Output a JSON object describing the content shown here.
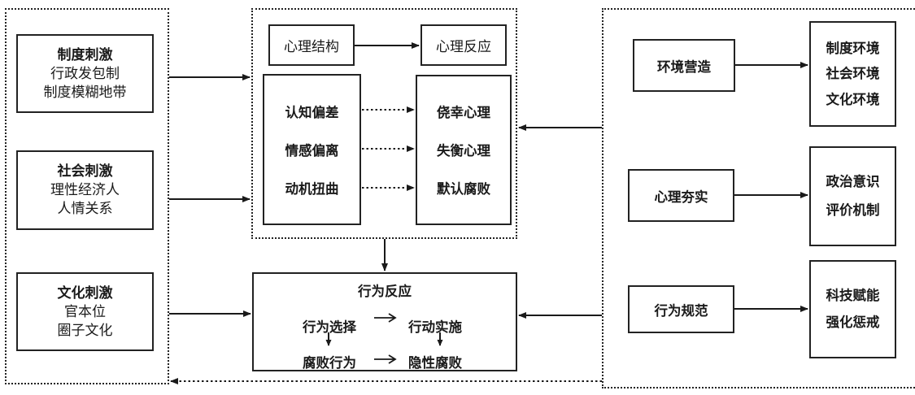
{
  "stimuli": [
    {
      "title": "制度刺激",
      "items": [
        "行政发包制",
        "制度模糊地带"
      ]
    },
    {
      "title": "社会刺激",
      "items": [
        "理性经济人",
        "人情关系"
      ]
    },
    {
      "title": "文化刺激",
      "items": [
        "官本位",
        "圈子文化"
      ]
    }
  ],
  "psych": {
    "structure_label": "心理结构",
    "reaction_label": "心理反应",
    "structure_items": [
      "认知偏差",
      "情感偏离",
      "动机扭曲"
    ],
    "reaction_items": [
      "侥幸心理",
      "失衡心理",
      "默认腐败"
    ]
  },
  "behavior": {
    "title": "行为反应",
    "flow": {
      "top_left": "行为选择",
      "top_right": "行动实施",
      "bottom_left": "腐败行为",
      "bottom_right": "隐性腐败"
    }
  },
  "measures": [
    {
      "label": "环境营造",
      "items": [
        "制度环境",
        "社会环境",
        "文化环境"
      ]
    },
    {
      "label": "心理夯实",
      "items": [
        "政治意识",
        "评价机制"
      ]
    },
    {
      "label": "行为规范",
      "items": [
        "科技赋能",
        "强化惩戒"
      ]
    }
  ]
}
